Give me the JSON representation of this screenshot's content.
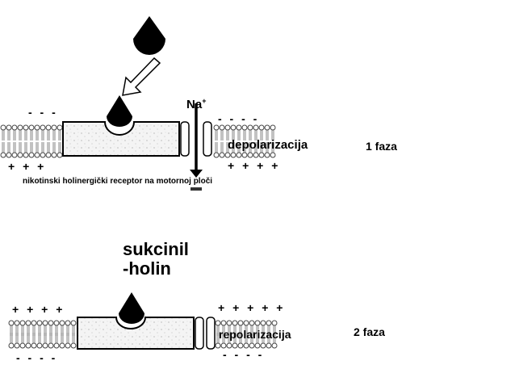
{
  "phase1": {
    "ion_label": "Na",
    "ion_charge": "+",
    "state_label": "depolarizacija",
    "phase_label": "1 faza",
    "receptor_caption": "nikotinski holinergički receptor na motornoj ploči",
    "charges_top_left": "- - -",
    "charges_bottom_left": "+ + +",
    "charges_top_right": "- - - -",
    "charges_bottom_right": "+ + + +"
  },
  "phase2": {
    "drug_name_line1": "sukcinil",
    "drug_name_line2": "-holin",
    "state_label": "repolarizacija",
    "phase_label": "2 faza",
    "charges_top_left": "+ + + +",
    "charges_bottom_left": "- - - -",
    "charges_top_right": "+ + + + +",
    "charges_bottom_right": "- - - -"
  },
  "colors": {
    "ink": "#000000",
    "receptor_fill": "#f2f2f2",
    "membrane": "#555555",
    "background": "#ffffff"
  }
}
